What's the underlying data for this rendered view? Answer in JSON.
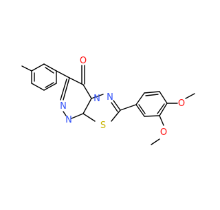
{
  "molecule": {
    "atoms": {
      "carbonyl_oxygen": "O",
      "triazine_n1": "N",
      "triazine_n2": "N",
      "fused_n": "N",
      "thiadiazole_n": "N",
      "sulfur": "S",
      "methoxy_o_top": "O",
      "methoxy_o_bottom": "O"
    },
    "colors": {
      "bond": "#000000",
      "nitrogen": "#3050F8",
      "oxygen": "#FF0D0D",
      "sulfur": "#C8B400"
    }
  }
}
